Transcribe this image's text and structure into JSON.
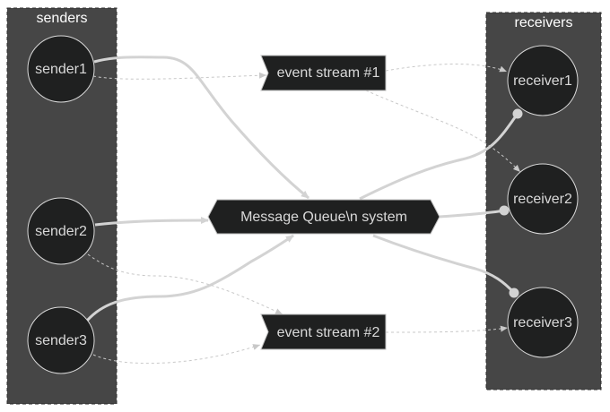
{
  "clusters": {
    "senders": "senders",
    "receivers": "receivers"
  },
  "nodes": {
    "sender1": "sender1",
    "sender2": "sender2",
    "sender3": "sender3",
    "receiver1": "receiver1",
    "receiver2": "receiver2",
    "receiver3": "receiver3",
    "event_stream_1": "event stream #1",
    "event_stream_2": "event stream #2",
    "queue": "Message Queue\\n system"
  },
  "colors": {
    "background": "#ffffff",
    "cluster_fill": "#464646",
    "node_fill": "#1f2020",
    "node_text": "#d9d9d9",
    "edge_solid": "#d3d3d3",
    "edge_dotted": "#c8c8c8"
  }
}
